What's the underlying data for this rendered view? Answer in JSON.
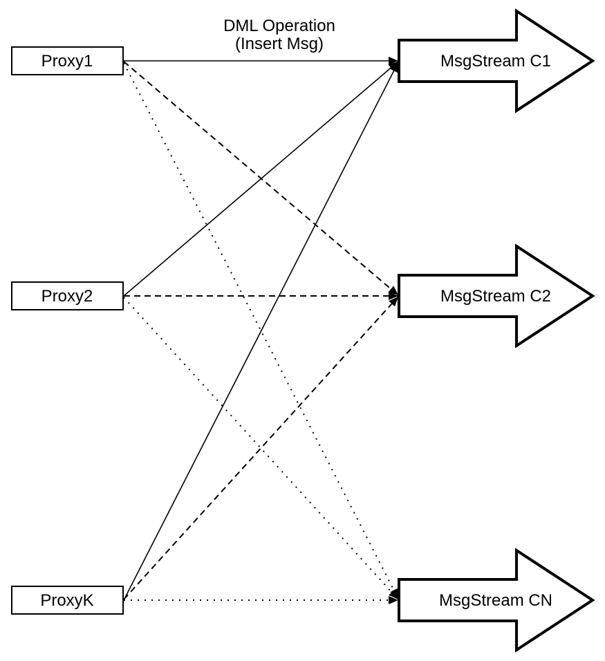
{
  "diagram": {
    "annotation": {
      "line1": "DML Operation",
      "line2": "(Insert Msg)"
    },
    "proxies": [
      {
        "label": "Proxy1"
      },
      {
        "label": "Proxy2"
      },
      {
        "label": "ProxyK"
      }
    ],
    "streams": [
      {
        "label": "MsgStream C1"
      },
      {
        "label": "MsgStream C2"
      },
      {
        "label": "MsgStream CN"
      }
    ],
    "connections": [
      {
        "from": "Proxy1",
        "to": "MsgStream C1",
        "style": "solid"
      },
      {
        "from": "Proxy2",
        "to": "MsgStream C1",
        "style": "solid"
      },
      {
        "from": "ProxyK",
        "to": "MsgStream C1",
        "style": "solid"
      },
      {
        "from": "Proxy1",
        "to": "MsgStream C2",
        "style": "dashed"
      },
      {
        "from": "Proxy2",
        "to": "MsgStream C2",
        "style": "dashed"
      },
      {
        "from": "ProxyK",
        "to": "MsgStream C2",
        "style": "dashed"
      },
      {
        "from": "Proxy1",
        "to": "MsgStream CN",
        "style": "dotted"
      },
      {
        "from": "Proxy2",
        "to": "MsgStream CN",
        "style": "dotted"
      },
      {
        "from": "ProxyK",
        "to": "MsgStream CN",
        "style": "dotted"
      }
    ],
    "colors": {
      "line": "#000000",
      "background": "#ffffff",
      "shape_fill": "#ffffff",
      "text": "#000000"
    }
  }
}
